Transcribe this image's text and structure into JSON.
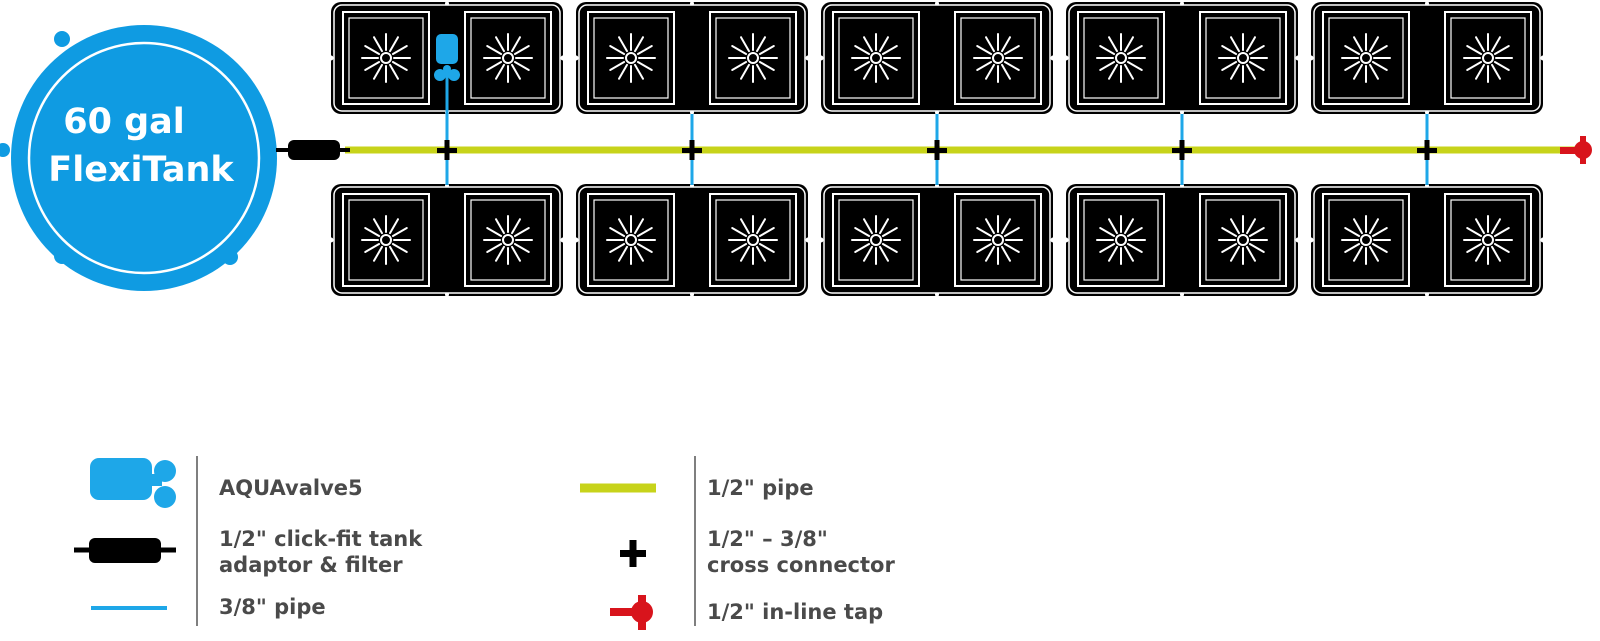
{
  "tank": {
    "line1": "60 gal",
    "line2": "FlexiTank"
  },
  "colors": {
    "tank_blue": "#0f9be2",
    "pipe_half": "#c7d31a",
    "pipe_three_eighths": "#1ea7e8",
    "tap_red": "#d8141c",
    "pot_black": "#000000",
    "text_gray": "#4a4a4a"
  },
  "layout": {
    "pot_rows": 2,
    "pots_per_row": 5,
    "cells_per_pot": 2
  },
  "legend": {
    "aquavalve": {
      "icon": "aquavalve-icon",
      "label": "AQUAvalve5"
    },
    "tank_adaptor": {
      "icon": "tank-adaptor-filter-icon",
      "line1": "1/2\" click-fit tank",
      "line2": "adaptor & filter"
    },
    "pipe_38": {
      "icon": "blue-pipe-icon",
      "label": "3/8\" pipe"
    },
    "pipe_12": {
      "icon": "green-pipe-icon",
      "label": "1/2\" pipe"
    },
    "cross": {
      "icon": "cross-connector-icon",
      "line1": "1/2\" – 3/8\"",
      "line2": "cross connector"
    },
    "tap": {
      "icon": "inline-tap-icon",
      "label": "1/2\" in-line tap"
    }
  }
}
